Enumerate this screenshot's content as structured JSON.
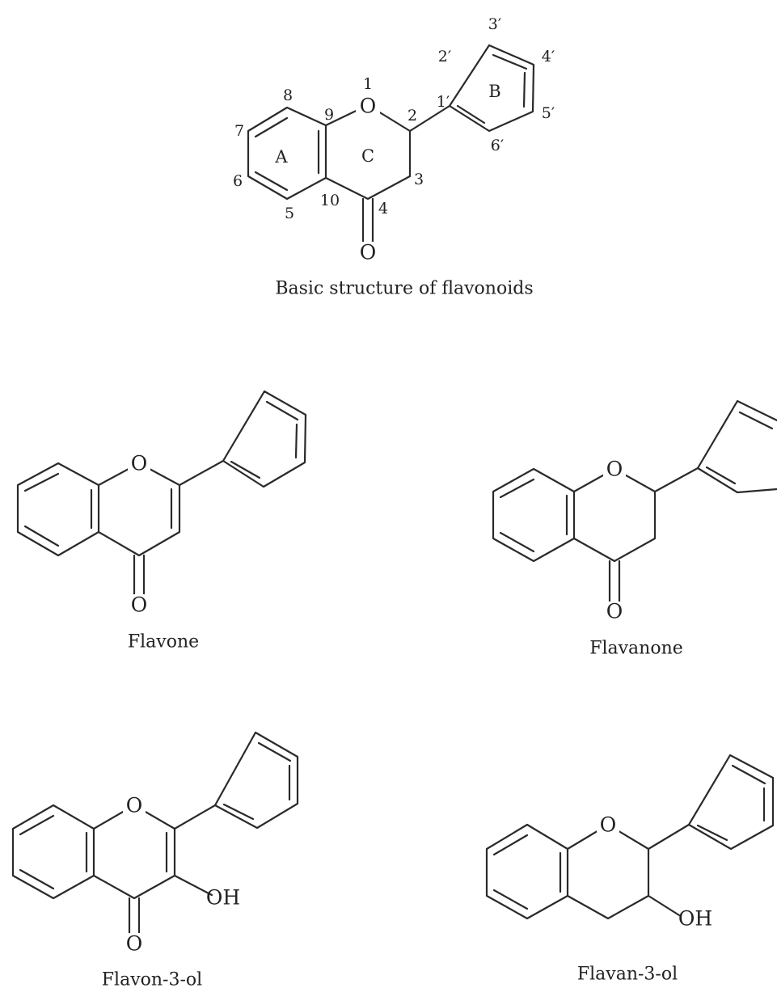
{
  "basic": {
    "caption": "Basic structure of flavonoids",
    "atoms": {
      "o1": "O",
      "o4": "O"
    },
    "numbers": {
      "n1": "1",
      "n2": "2",
      "n3": "3",
      "n4": "4",
      "n5": "5",
      "n6": "6",
      "n7": "7",
      "n8": "8",
      "n9": "9",
      "n10": "10",
      "n1p": "1′",
      "n2p": "2′",
      "n3p": "3′",
      "n4p": "4′",
      "n5p": "5′",
      "n6p": "6′"
    },
    "rings": {
      "a": "A",
      "b": "B",
      "c": "C"
    }
  },
  "flavone": {
    "caption": "Flavone",
    "o1": "O",
    "o4": "O"
  },
  "flavanone": {
    "caption": "Flavanone",
    "o1": "O",
    "o4": "O"
  },
  "flavonol": {
    "caption": "Flavon-3-ol",
    "o1": "O",
    "o4": "O",
    "oh": "OH"
  },
  "flavanol": {
    "caption": "Flavan-3-ol",
    "o1": "O",
    "oh": "OH"
  }
}
